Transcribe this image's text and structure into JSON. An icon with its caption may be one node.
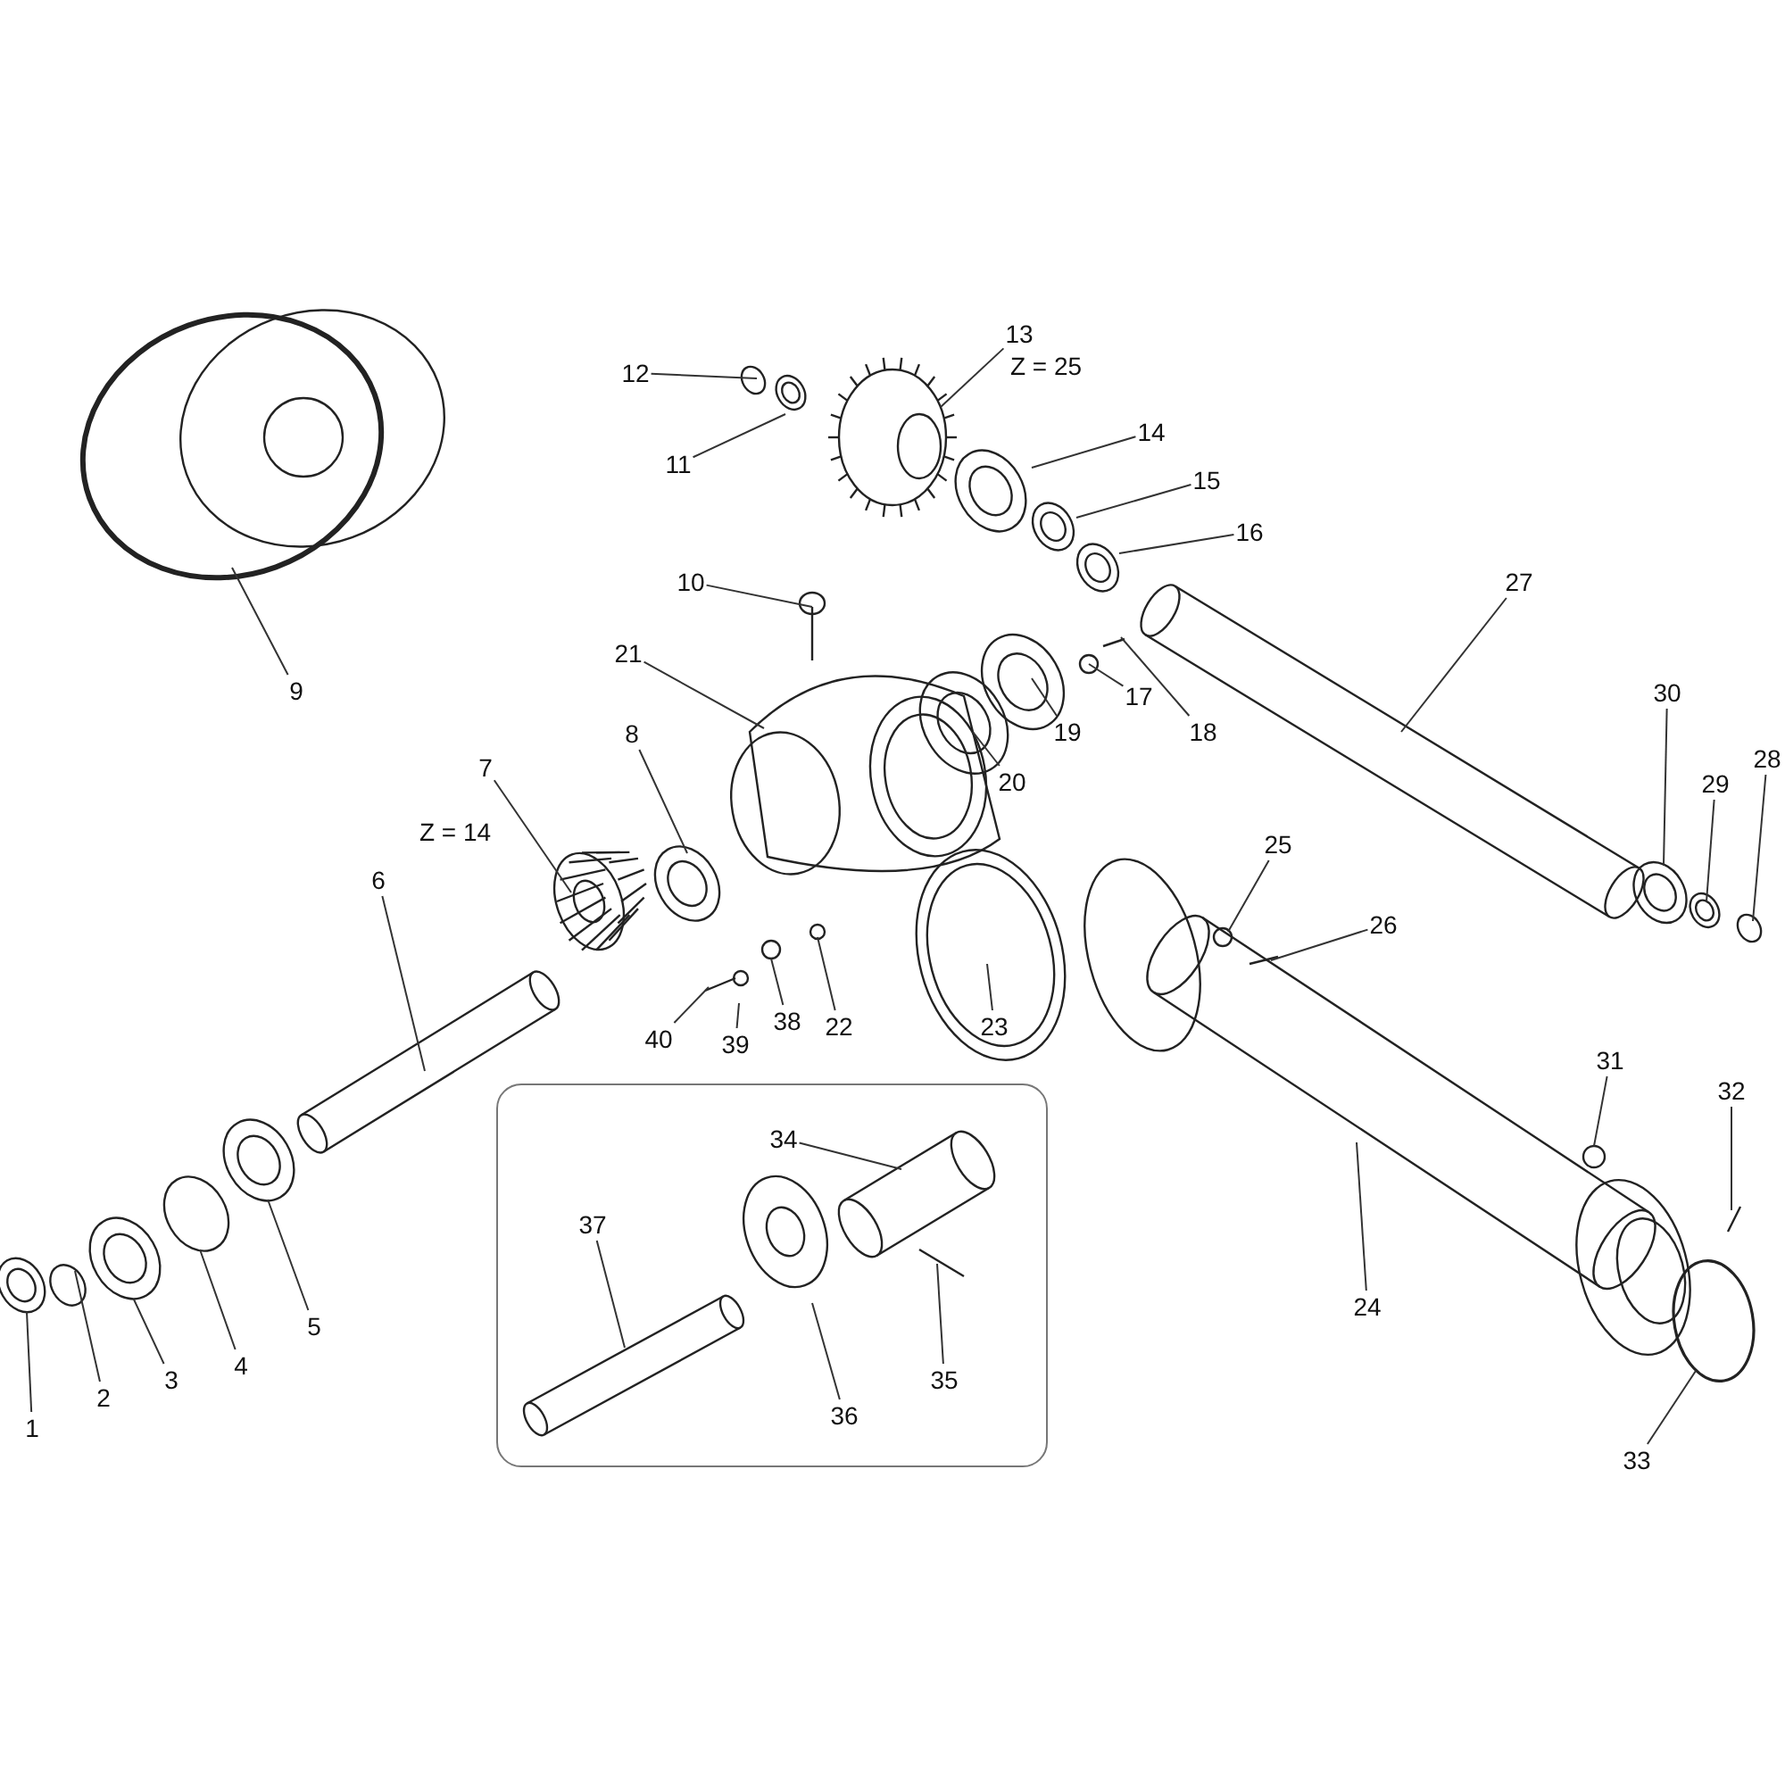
{
  "diagram": {
    "nodes": [
      {
        "text": [
          "1"
        ]
      },
      {
        "text": [
          "2"
        ]
      },
      {
        "text": [
          "3"
        ]
      },
      {
        "text": [
          "4"
        ]
      },
      {
        "text": [
          "5"
        ]
      },
      {
        "text": [
          "6"
        ]
      },
      {
        "text": [
          "7"
        ],
        "beside": [
          "Z = 14"
        ]
      },
      {
        "text": [
          "8"
        ]
      },
      {
        "text": [
          "9"
        ]
      },
      {
        "text": [
          "10"
        ]
      },
      {
        "text": [
          "11"
        ]
      },
      {
        "text": [
          "12"
        ]
      },
      {
        "text": [
          "13"
        ],
        "beside": [
          "Z = 25"
        ]
      },
      {
        "text": [
          "14"
        ]
      },
      {
        "text": [
          "15"
        ]
      },
      {
        "text": [
          "16"
        ]
      },
      {
        "text": [
          "17"
        ]
      },
      {
        "text": [
          "18"
        ]
      },
      {
        "text": [
          "19"
        ]
      },
      {
        "text": [
          "20"
        ]
      },
      {
        "text": [
          "21"
        ]
      },
      {
        "text": [
          "22"
        ]
      },
      {
        "text": [
          "23"
        ]
      },
      {
        "text": [
          "24"
        ]
      },
      {
        "text": [
          "25"
        ]
      },
      {
        "text": [
          "26"
        ]
      },
      {
        "text": [
          "27"
        ]
      },
      {
        "text": [
          "28"
        ]
      },
      {
        "text": [
          "29"
        ]
      },
      {
        "text": [
          "30"
        ]
      },
      {
        "text": [
          "31"
        ]
      },
      {
        "text": [
          "32"
        ]
      },
      {
        "text": [
          "33"
        ]
      },
      {
        "text": [],
        "shape": "box"
      },
      {
        "text": [
          "34"
        ],
        "in": 33
      },
      {
        "text": [
          "35"
        ],
        "in": 33
      },
      {
        "text": [
          "36"
        ],
        "in": 33
      },
      {
        "text": [
          "37"
        ],
        "in": 33
      },
      {
        "text": [
          "38"
        ]
      },
      {
        "text": [
          "39"
        ]
      },
      {
        "text": [
          "40"
        ]
      }
    ],
    "edges": [
      {
        "from": 0,
        "to": null,
        "arrow": "none"
      },
      {
        "from": 1,
        "to": null,
        "arrow": "none"
      },
      {
        "from": 2,
        "to": null,
        "arrow": "none"
      },
      {
        "from": 3,
        "to": null,
        "arrow": "none"
      },
      {
        "from": 4,
        "to": null,
        "arrow": "none"
      },
      {
        "from": 5,
        "to": null,
        "arrow": "none"
      },
      {
        "from": 6,
        "to": null,
        "arrow": "none"
      },
      {
        "from": 7,
        "to": null,
        "arrow": "none"
      },
      {
        "from": 8,
        "to": null,
        "arrow": "none"
      },
      {
        "from": 9,
        "to": null,
        "arrow": "none"
      },
      {
        "from": 10,
        "to": null,
        "arrow": "none"
      },
      {
        "from": 11,
        "to": null,
        "arrow": "none"
      },
      {
        "from": 12,
        "to": null,
        "arrow": "none"
      },
      {
        "from": 13,
        "to": null,
        "arrow": "none"
      },
      {
        "from": 14,
        "to": null,
        "arrow": "none"
      },
      {
        "from": 15,
        "to": null,
        "arrow": "none"
      },
      {
        "from": 16,
        "to": null,
        "arrow": "none"
      },
      {
        "from": 17,
        "to": null,
        "arrow": "none"
      },
      {
        "from": 18,
        "to": null,
        "arrow": "none"
      },
      {
        "from": 19,
        "to": null,
        "arrow": "none"
      },
      {
        "from": 20,
        "to": null,
        "arrow": "none"
      },
      {
        "from": 21,
        "to": null,
        "arrow": "none"
      },
      {
        "from": 22,
        "to": null,
        "arrow": "none"
      },
      {
        "from": 23,
        "to": null,
        "arrow": "none"
      },
      {
        "from": 24,
        "to": null,
        "arrow": "none"
      },
      {
        "from": 25,
        "to": null,
        "arrow": "none"
      },
      {
        "from": 26,
        "to": null,
        "arrow": "none"
      },
      {
        "from": 27,
        "to": null,
        "arrow": "none"
      },
      {
        "from": 28,
        "to": null,
        "arrow": "none"
      },
      {
        "from": 29,
        "to": null,
        "arrow": "none"
      },
      {
        "from": 30,
        "to": null,
        "arrow": "none"
      },
      {
        "from": 31,
        "to": null,
        "arrow": "none"
      },
      {
        "from": 32,
        "to": null,
        "arrow": "none"
      },
      {
        "from": 34,
        "to": null,
        "arrow": "none"
      },
      {
        "from": 35,
        "to": null,
        "arrow": "none"
      },
      {
        "from": 36,
        "to": null,
        "arrow": "none"
      },
      {
        "from": 37,
        "to": null,
        "arrow": "none"
      },
      {
        "from": 38,
        "to": null,
        "arrow": "none"
      },
      {
        "from": 39,
        "to": null,
        "arrow": "none"
      },
      {
        "from": 40,
        "to": null,
        "arrow": "none"
      }
    ]
  }
}
